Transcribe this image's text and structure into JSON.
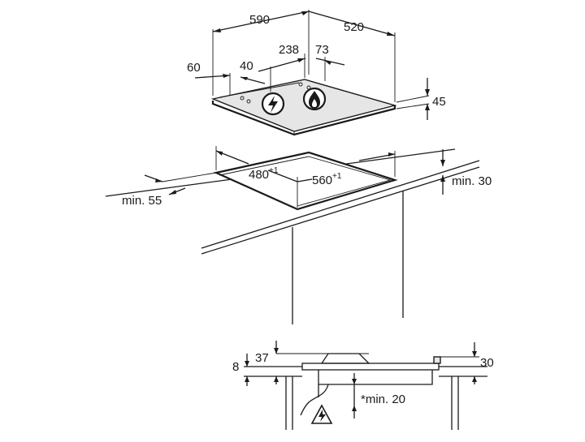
{
  "colors": {
    "line": "#1a1a1a",
    "surface": "#e6e6e6",
    "background": "#ffffff"
  },
  "icons": {
    "electric": "lightning-bolt-icon",
    "gas": "flame-icon",
    "warning": "electrical-hazard-warning-icon"
  },
  "top_view": {
    "width": "590",
    "depth": "520",
    "control_offset_a": "238",
    "control_offset_b": "73",
    "side_offset": "60",
    "knob_offset": "40",
    "height": "45"
  },
  "cutout": {
    "depth": "480",
    "depth_tol": "+1",
    "width": "560",
    "width_tol": "+1",
    "min_back": "min. 30",
    "min_front": "min. 55"
  },
  "section_view": {
    "gap_small": "8",
    "gap_left": "37",
    "gap_right": "30",
    "min_below": "*min. 20"
  }
}
